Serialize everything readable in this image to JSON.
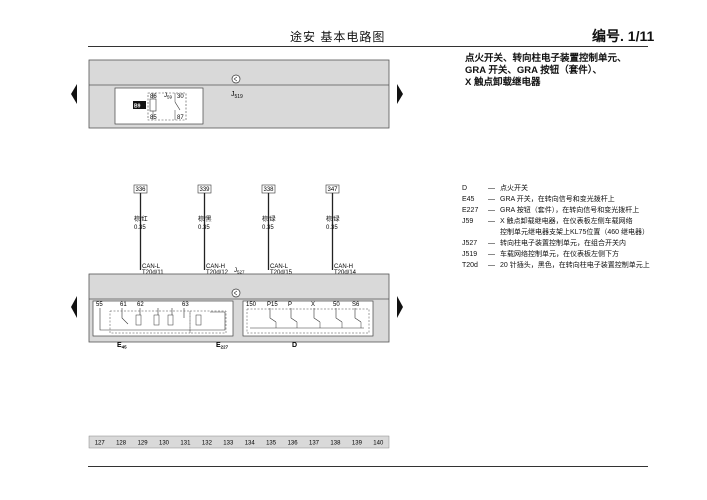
{
  "header": {
    "title": "途安  基本电路图",
    "page_number": "编号. 1/11"
  },
  "description": [
    "点火开关、转向柱电子装置控制单元、",
    "GRA  开关、GRA  按钮（套件）、",
    "X 触点卸载继电器"
  ],
  "legend": [
    {
      "code": "D",
      "text": "点火开关"
    },
    {
      "code": "E45",
      "text": "GRA 开关，在转向信号和变光拨杆上"
    },
    {
      "code": "E227",
      "text": "GRA 按钮（套件），在转向信号和变光拨杆上"
    },
    {
      "code": "J59",
      "text": "X 触点卸载继电器，在仪表板左侧车载网络"
    },
    {
      "code": "",
      "text": "控制单元继电器支架上KL75位置（460 继电器）"
    },
    {
      "code": "J527",
      "text": "转向柱电子装置控制单元，在组合开关内"
    },
    {
      "code": "J519",
      "text": "车载网络控制单元，在仪表板左侧下方"
    },
    {
      "code": "T20d",
      "text": "20 针插头，黑色，在转向柱电子装置控制单元上"
    }
  ],
  "top_module": {
    "j519_label": "J",
    "j519_sub": "519",
    "j59_label": "J",
    "j59_sub": "59",
    "b9_label": "B9",
    "pins": [
      "86",
      "30",
      "85",
      "87"
    ]
  },
  "wires": [
    {
      "ref": "336",
      "color": "棕/红",
      "size": "0.35",
      "signal": "CAN-L",
      "pin": "T20d/11"
    },
    {
      "ref": "339",
      "color": "棕/黑",
      "size": "0.35",
      "signal": "CAN-H",
      "pin": "T20d/12"
    },
    {
      "ref": "338",
      "color": "棕/绿",
      "size": "0.35",
      "signal": "CAN-L",
      "pin": "T20d/15"
    },
    {
      "ref": "347",
      "color": "棕/绿",
      "size": "0.35",
      "signal": "CAN-H",
      "pin": "T20d/14"
    }
  ],
  "lower_module": {
    "j527_label": "J",
    "j527_sub": "527",
    "left_pins": [
      "55",
      "61",
      "62",
      "63"
    ],
    "right_pins": [
      "150",
      "P15",
      "P",
      "X",
      "50",
      "S6"
    ],
    "e45_label": "E",
    "e45_sub": "45",
    "e227_label": "E",
    "e227_sub": "227",
    "d_label": "D"
  },
  "scale": [
    "127",
    "128",
    "129",
    "130",
    "131",
    "132",
    "133",
    "134",
    "135",
    "136",
    "137",
    "138",
    "139",
    "140"
  ]
}
